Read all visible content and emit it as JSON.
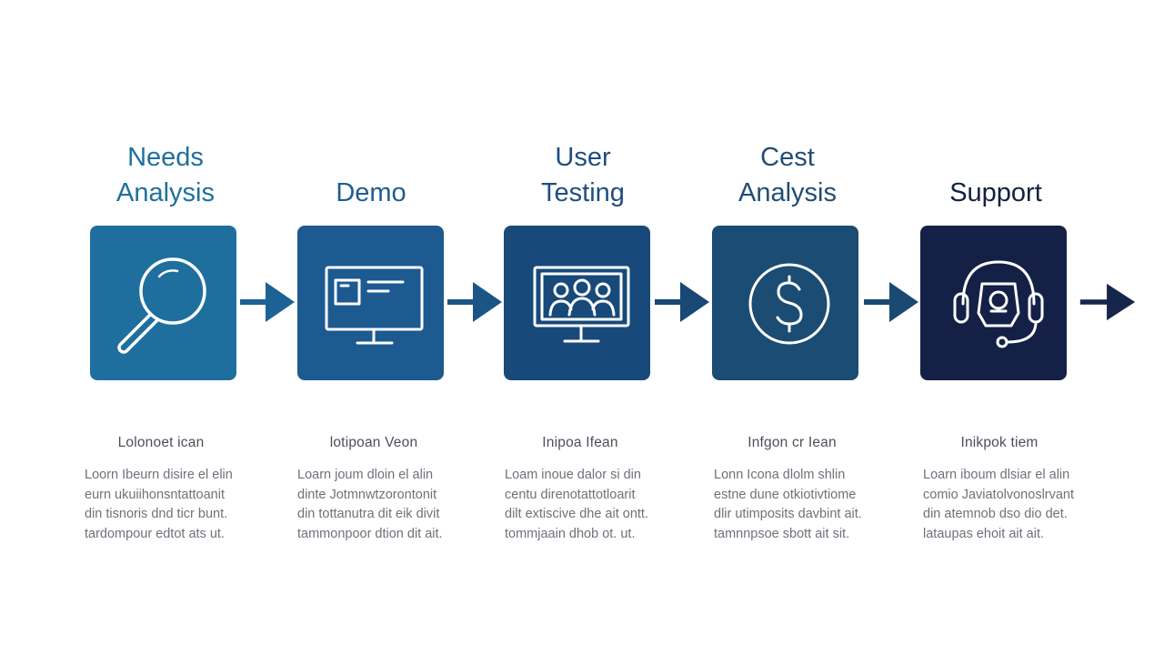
{
  "colors": {
    "card_1": "#1f6f9e",
    "card_2": "#1c5a90",
    "card_3": "#17497a",
    "card_4": "#1b4c73",
    "card_5": "#142046",
    "title_1": "#1f6f9e",
    "title_2": "#1f5c92",
    "title_3": "#1f4d80",
    "title_4": "#224d75",
    "title_5": "#14213e",
    "arrow_1": "#1c6294",
    "arrow_2": "#1b5586",
    "arrow_3": "#194776",
    "arrow_4": "#1a4a72",
    "arrow_5": "#15264a",
    "icon_stroke": "#ffffff"
  },
  "steps": [
    {
      "title_lines": [
        "Needs",
        "Analysis"
      ],
      "icon": "magnifying-glass-icon",
      "caption": "Lolonoet ican",
      "body_lines": [
        "Loorn Ibeurn disire el elin",
        "eurn ukuiihonsntattoanit",
        "din tisnoris dnd ticr bunt.",
        "tardompour edtot ats ut."
      ]
    },
    {
      "title_lines": [
        "Demo"
      ],
      "icon": "monitor-icon",
      "caption": "lotipoan Veon",
      "body_lines": [
        "Loarn joum dloin el alin",
        "dinte Jotmnwtzorontonit",
        "din tottanutra dit eik divit",
        "tammonpoor dtion dit ait."
      ]
    },
    {
      "title_lines": [
        "User",
        "Testing"
      ],
      "icon": "user-testing-monitor-icon",
      "caption": "Inipoa Ifean",
      "body_lines": [
        "Loam inoue dalor si din",
        "centu direnotattotloarit",
        "dilt extiscive dhe ait ontt.",
        "tommjaain dhob ot. ut."
      ]
    },
    {
      "title_lines": [
        "Cest",
        "Analysis"
      ],
      "icon": "dollar-coin-icon",
      "caption": "Infgon cr Iean",
      "body_lines": [
        "Lonn Icona dlolm shlin",
        "estne dune otkiotivtiome",
        "dlir utimposits davbint ait.",
        "tamnnpsoe sbott ait sit."
      ]
    },
    {
      "title_lines": [
        "Support"
      ],
      "icon": "headset-support-icon",
      "caption": "Inikpok tiem",
      "body_lines": [
        "Loarn iboum dlsiar el alin",
        "comio Javiatolvonoslrvant",
        "din atemnob dso dio det.",
        "lataupas ehoit ait ait."
      ]
    }
  ]
}
